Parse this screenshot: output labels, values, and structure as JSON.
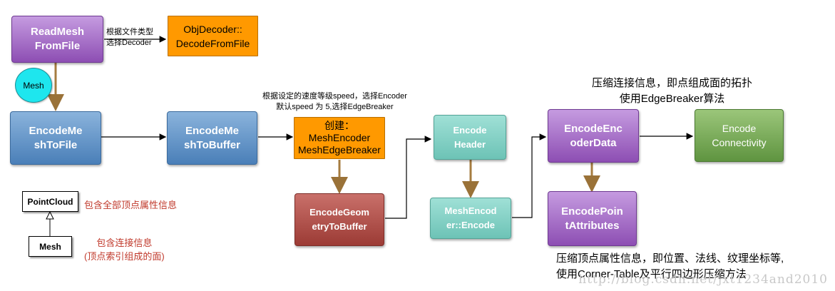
{
  "nodes": {
    "read_mesh": "ReadMesh\nFromFile",
    "obj_decoder": "ObjDecoder::\nDecodeFromFile",
    "mesh_circle": "Mesh",
    "encode_mesh_to_file": "EncodeMe\nshToFile",
    "encode_mesh_to_buffer": "EncodeMe\nshToBuffer",
    "create_box": "创建：\nMeshEncoder\nMeshEdgeBreaker",
    "encode_geometry_to_buffer": "EncodeGeom\netryToBuffer",
    "encode_header": "Encode\nHeader",
    "mesh_encoder_encode": "MeshEncod\ner::Encode",
    "encode_encoder_data": "EncodeEnc\noderData",
    "encode_connectivity": "Encode\nConnectivity",
    "encode_point_attributes": "EncodePoin\ntAttributes",
    "point_cloud": "PointCloud",
    "mesh_box": "Mesh"
  },
  "labels": {
    "by_file_type": "根据文件类型\n选择Decoder",
    "speed_select": "根据设定的速度等级speed，选择Encoder\n默认speed 为 5,选择EdgeBreaker",
    "connectivity_note": "压缩连接信息，即点组成面的拓扑\n使用EdgeBreaker算法",
    "attributes_note": "压缩顶点属性信息，即位置、法线、纹理坐标等,\n使用Corner-Table及平行四边形压缩方法",
    "point_cloud_note": "包含全部顶点属性信息",
    "mesh_note": "包含连接信息\n(顶点索引组成的面)"
  },
  "watermark": "http://blog.csdn.net/jxt1234and2010",
  "colors": {
    "purple": "#8d4eb3",
    "blue": "#4a7fb8",
    "orange": "#ff9900",
    "red": "#9c3b35",
    "teal": "#6dc3b6",
    "green": "#5f9440",
    "cyan": "#1ee6ee",
    "brown_arrow": "#a67c40",
    "note_red": "#c0392b"
  }
}
